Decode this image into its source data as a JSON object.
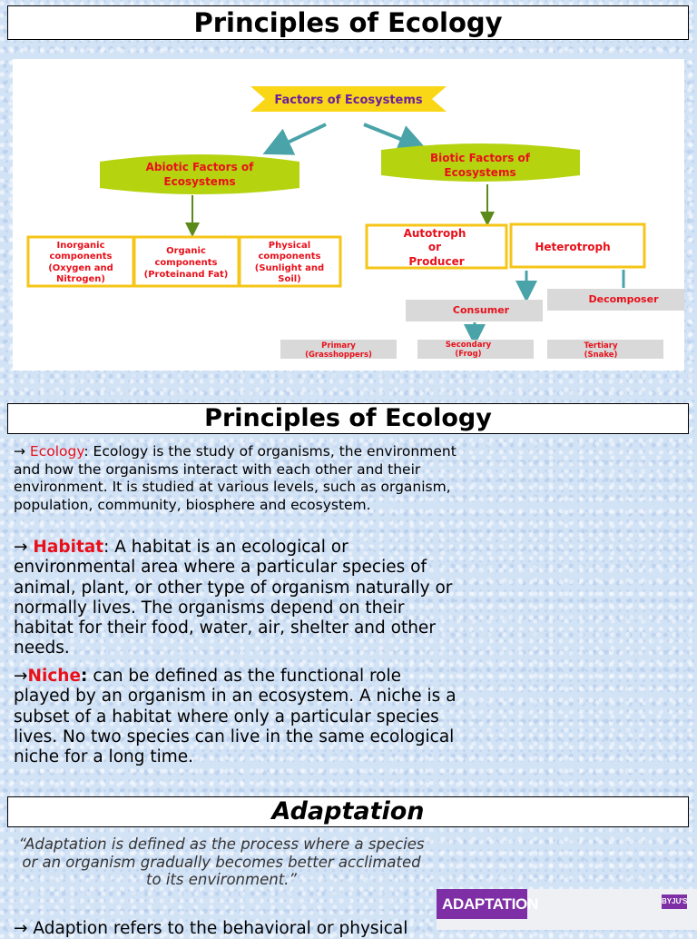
{
  "title1": "Principles of Ecology",
  "diagram": {
    "root": "Factors of Ecosystems",
    "abiotic": [
      "Abiotic Factors of",
      "Ecosystems"
    ],
    "biotic": [
      "Biotic Factors of",
      "Ecosystems"
    ],
    "inorganic": [
      "Inorganic",
      "components",
      "(Oxygen and",
      "Nitrogen)"
    ],
    "organic": [
      "Organic",
      "components",
      "(Proteinand Fat)"
    ],
    "physical": [
      "Physical",
      "components",
      "(Sunlight and",
      "Soil)"
    ],
    "autotroph": [
      "Autotroph",
      "or",
      "Producer"
    ],
    "heterotroph": "Heterotroph",
    "decomposer": "Decomposer",
    "consumer": "Consumer",
    "primary": [
      "Primary",
      "(Grasshoppers)"
    ],
    "secondary": [
      "Secondary",
      "(Frog)"
    ],
    "tertiary": [
      "Tertiary",
      "(Snake)"
    ],
    "colors": {
      "root_fill": "#f9d616",
      "leaf_fill": "#b6d30f",
      "text_red": "#e8101a",
      "text_purple": "#6a1fa0",
      "arrow_teal": "#4aa3a8",
      "arrow_green": "#5b8a1a",
      "box_border": "#f5c518",
      "gray_box": "#d9d9d9"
    }
  },
  "title2": "Principles of Ecology",
  "ecology": {
    "arrow": "→ ",
    "term": "Ecology",
    "text": ": Ecology is the study of organisms, the environment and how the organisms interact with each other and their environment. It is studied at various levels, such as organism, population, community, biosphere and ecosystem."
  },
  "habitat": {
    "arrow": "→  ",
    "term": "Habitat",
    "text": ": A habitat is an ecological or environmental area where a particular species of animal, plant, or other type of organism naturally or normally lives. The organisms depend on their habitat for their food, water, air, shelter and other needs."
  },
  "niche": {
    "arrow": "→",
    "term": "Niche",
    "colon": ":",
    "text": "  can be defined as the functional role played by an organism in an ecosystem. A niche is a subset of a habitat where only a particular species lives. No two species can live in the same ecological niche for a long time."
  },
  "title3": "Adaptation",
  "quote": "“Adaptation is defined as the process where a species or an organism gradually becomes better acclimated to its environment.”",
  "adaptation_banner": {
    "label": "ADAPTATION",
    "logo": "BYJU'S"
  },
  "cut_text": "→ Adaption refers to the behavioral or physical"
}
